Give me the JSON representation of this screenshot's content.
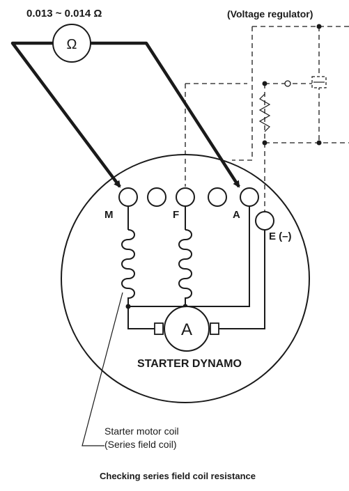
{
  "meter": {
    "reading": "0.013 ~ 0.014 Ω",
    "symbol": "Ω"
  },
  "regulator": {
    "label": "(Voltage regulator)"
  },
  "dynamo": {
    "title": "STARTER DYNAMO",
    "ammeter_symbol": "A",
    "terminals": {
      "m": "M",
      "f": "F",
      "a": "A",
      "e": "E (–)"
    }
  },
  "coil_callout": {
    "line1": "Starter motor coil",
    "line2": "(Series field coil)"
  },
  "caption": "Checking series field coil resistance"
}
